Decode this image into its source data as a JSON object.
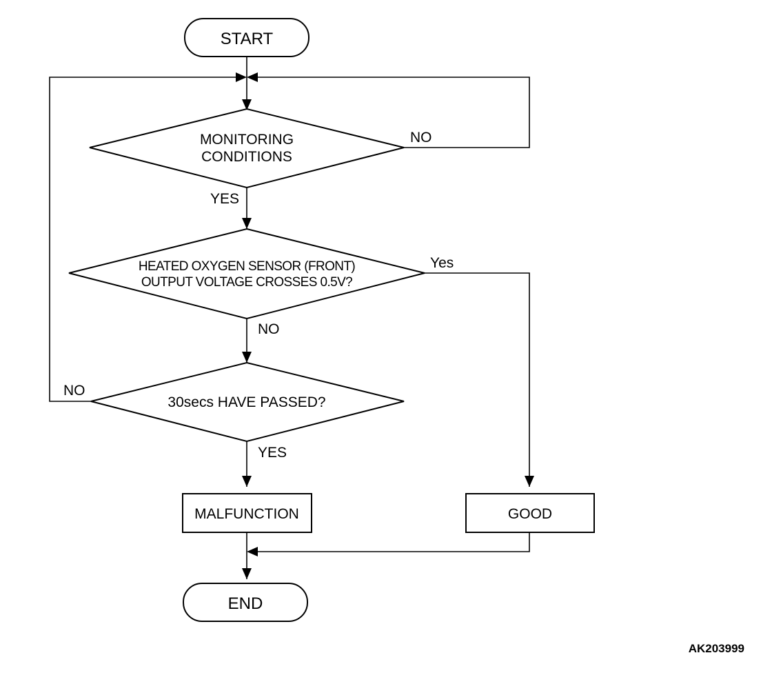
{
  "nodes": {
    "start": "START",
    "monitoring": [
      "MONITORING",
      "CONDITIONS"
    ],
    "sensor": [
      "HEATED OXYGEN SENSOR (FRONT)",
      "OUTPUT VOLTAGE CROSSES 0.5V?"
    ],
    "timer": "30secs HAVE PASSED?",
    "malfunction": "MALFUNCTION",
    "good": "GOOD",
    "end": "END"
  },
  "labels": {
    "monitoring_no": "NO",
    "monitoring_yes": "YES",
    "sensor_yes": "Yes",
    "sensor_no": "NO",
    "timer_no": "NO",
    "timer_yes": "YES"
  },
  "figure_code": "AK203999"
}
